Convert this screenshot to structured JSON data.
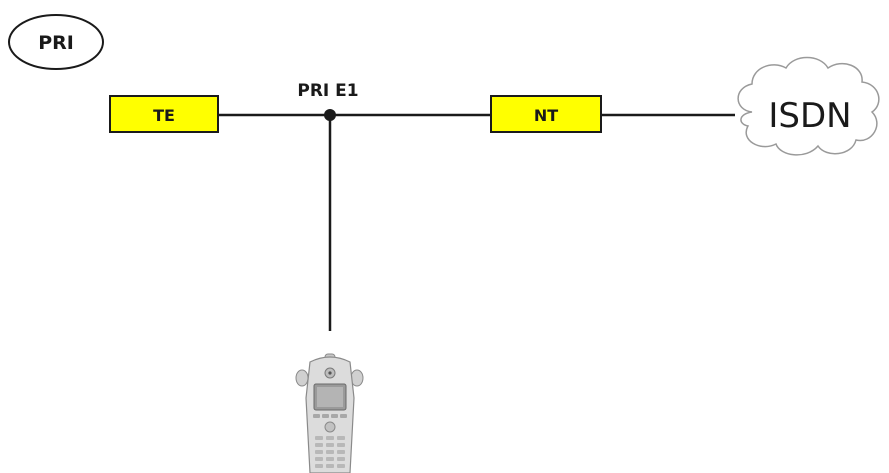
{
  "badge": {
    "label": "PRI"
  },
  "line_label": "PRI E1",
  "nodes": {
    "te": {
      "label": "TE"
    },
    "nt": {
      "label": "NT"
    },
    "cloud": {
      "label": "ISDN"
    }
  },
  "colors": {
    "box_fill": "#ffff00",
    "stroke": "#1a1a1a",
    "cloud_stroke": "#9a9a9a",
    "device_body": "#dcdcdc"
  },
  "icons": {
    "tester": "handheld-tester-icon",
    "cloud": "cloud-icon",
    "junction": "junction-dot-icon"
  }
}
